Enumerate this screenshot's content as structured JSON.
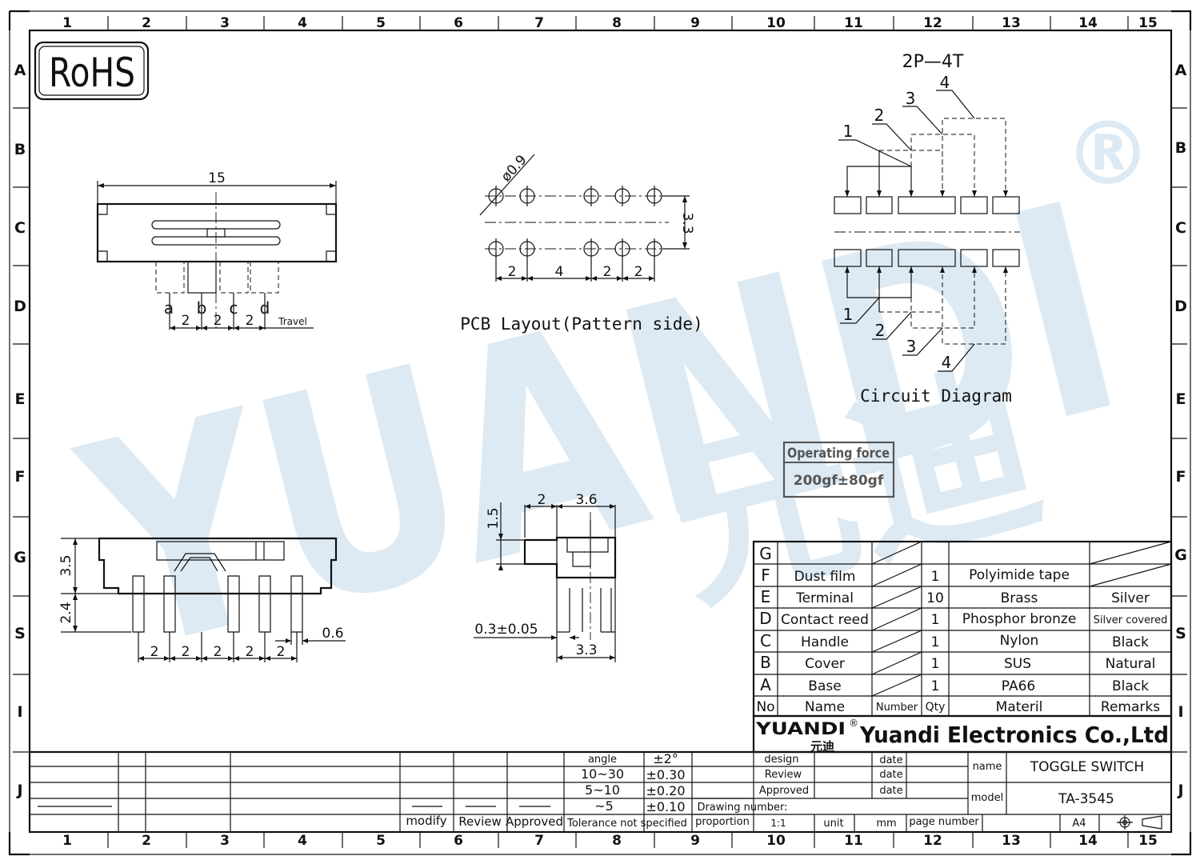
{
  "grid": {
    "columns": [
      "1",
      "2",
      "3",
      "4",
      "5",
      "6",
      "7",
      "8",
      "9",
      "10",
      "11",
      "12",
      "13",
      "14",
      "15"
    ],
    "rows": [
      "A",
      "B",
      "C",
      "D",
      "E",
      "F",
      "G",
      "S",
      "I",
      "J"
    ]
  },
  "watermark": {
    "latin": "YUANDI",
    "cjk": "元迪",
    "mark": "®"
  },
  "rohs": "RoHS",
  "top_view": {
    "overall": "15",
    "positions": [
      "a",
      "b",
      "c",
      "d"
    ],
    "pitches": [
      "2",
      "2",
      "2"
    ],
    "travel": "Travel"
  },
  "pcb": {
    "hole": "ø0.9",
    "row_gap": "3.3",
    "spacings": [
      "2",
      "4",
      "2",
      "2"
    ],
    "caption": "PCB  Layout(Pattern  side)"
  },
  "circuit": {
    "title": "2P—4T",
    "positions_top": [
      "1",
      "2",
      "3",
      "4"
    ],
    "positions_bottom": [
      "1",
      "2",
      "3",
      "4"
    ],
    "caption": "Circuit  Diagram"
  },
  "side_view": {
    "height_body": "3.5",
    "height_pin": "2.4",
    "pin_width": "0.6",
    "pitches": [
      "2",
      "2",
      "2",
      "2",
      "2"
    ]
  },
  "end_view": {
    "top_a": "2",
    "top_b": "3.6",
    "height": "1.5",
    "thickness": "0.3±0.05",
    "bottom": "3.3"
  },
  "operating_force": {
    "label": "Operating force",
    "value": "200gf±80gf"
  },
  "bom": {
    "header": {
      "no": "No",
      "name": "Name",
      "number": "Number",
      "qty": "Qty",
      "material": "Materil",
      "remarks": "Remarks"
    },
    "rows": [
      {
        "no": "G",
        "name": "",
        "qty": "",
        "material": "",
        "remarks": ""
      },
      {
        "no": "F",
        "name": "Dust film",
        "qty": "1",
        "material": "Polyimide tape",
        "remarks": ""
      },
      {
        "no": "E",
        "name": "Terminal",
        "qty": "10",
        "material": "Brass",
        "remarks": "Silver"
      },
      {
        "no": "D",
        "name": "Contact reed",
        "qty": "1",
        "material": "Phosphor bronze",
        "remarks": "Silver covered"
      },
      {
        "no": "C",
        "name": "Handle",
        "qty": "1",
        "material": "Nylon",
        "remarks": "Black"
      },
      {
        "no": "B",
        "name": "Cover",
        "qty": "1",
        "material": "SUS",
        "remarks": "Natural"
      },
      {
        "no": "A",
        "name": "Base",
        "qty": "1",
        "material": "PA66",
        "remarks": "Black"
      }
    ]
  },
  "company": {
    "logo": "YUANDI",
    "logo_cjk": "元迪",
    "reg": "®",
    "name": "Yuandi Electronics Co.,Ltd"
  },
  "title_block": {
    "design": "design",
    "review": "Review",
    "approved": "Approved",
    "date": "date",
    "name_label": "name",
    "name_value": "TOGGLE SWITCH",
    "model_label": "model",
    "model_value": "TA-3545",
    "drawing_number": "Drawing number:",
    "proportion": "proportion",
    "scale": "1:1",
    "unit_label": "unit",
    "unit": "mm",
    "page_number": "page number",
    "size": "A4"
  },
  "tolerances": {
    "rows": [
      {
        "range": "angle",
        "tol": "±2°"
      },
      {
        "range": "10~30",
        "tol": "±0.30"
      },
      {
        "range": "5~10",
        "tol": "±0.20"
      },
      {
        "range": "~5",
        "tol": "±0.10"
      }
    ],
    "caption": "Tolerance not specified"
  },
  "revision": {
    "modify": "modify",
    "review": "Review",
    "approved": "Approved"
  }
}
